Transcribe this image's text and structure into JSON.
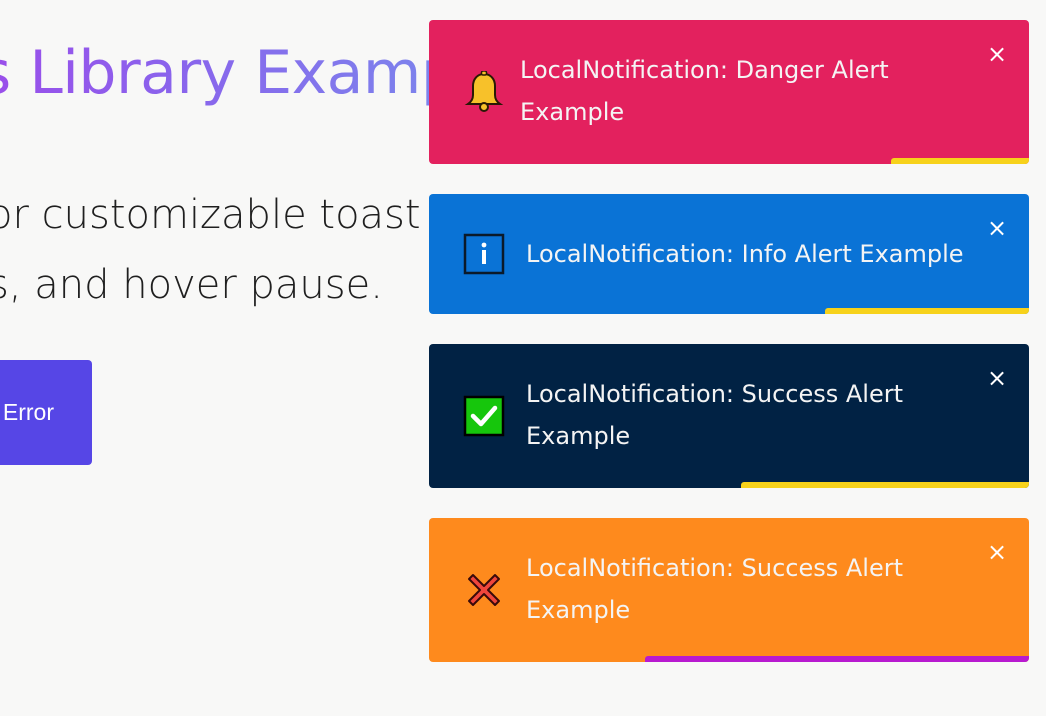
{
  "page": {
    "title": "s Library Examp",
    "description_lines": [
      "or customizable toast",
      "s, and hover pause."
    ],
    "error_button_label": "Error"
  },
  "toasts": [
    {
      "type": "danger",
      "icon": "bell-icon",
      "message": "LocalNotification: Danger Alert Example",
      "close_label": "×",
      "background": "#e3215e",
      "progress_color": "#f7d21b",
      "progress_fraction": 0.23
    },
    {
      "type": "info",
      "icon": "info-icon",
      "message": "LocalNotification: Info Alert Example",
      "close_label": "×",
      "background": "#0a73d6",
      "progress_color": "#f7d21b",
      "progress_fraction": 0.34
    },
    {
      "type": "success",
      "icon": "checkmark-icon",
      "message": "LocalNotification: Success Alert Example",
      "close_label": "×",
      "background": "#012244",
      "progress_color": "#f7d21b",
      "progress_fraction": 0.48
    },
    {
      "type": "warning",
      "icon": "cross-icon",
      "message": "LocalNotification: Success Alert Example",
      "close_label": "×",
      "background": "#fe8a1d",
      "progress_color": "#b81ad0",
      "progress_fraction": 0.64
    }
  ]
}
